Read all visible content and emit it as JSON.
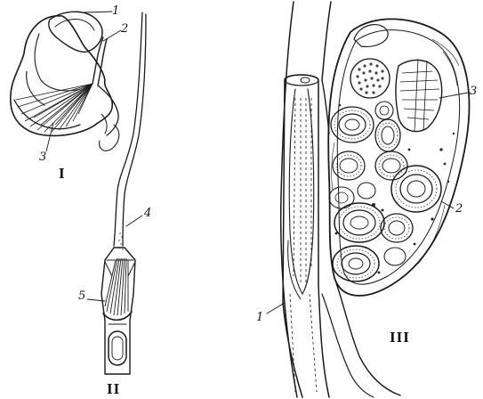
{
  "figure": {
    "panels": [
      {
        "id": "I",
        "label": "I",
        "callouts": [
          "1",
          "2",
          "3"
        ]
      },
      {
        "id": "II",
        "label": "II",
        "callouts": [
          "4",
          "5"
        ]
      },
      {
        "id": "III",
        "label": "III",
        "callouts": [
          "1",
          "2",
          "3"
        ]
      }
    ]
  }
}
